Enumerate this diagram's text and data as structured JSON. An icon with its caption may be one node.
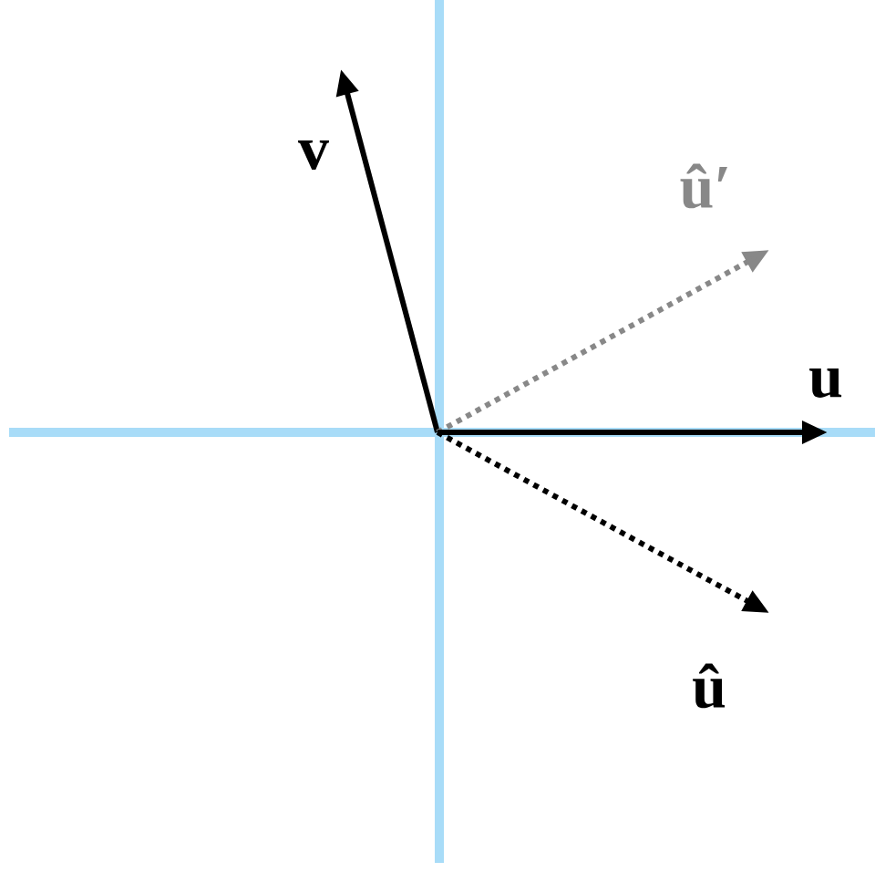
{
  "diagram": {
    "nodes": [
      {
        "text": [
          "v"
        ]
      },
      {
        "text": [
          "û′"
        ]
      },
      {
        "text": [
          "u"
        ]
      },
      {
        "text": [
          "û"
        ]
      }
    ],
    "edges": [
      {
        "from": null,
        "to": 0,
        "arrow": "to"
      },
      {
        "from": null,
        "to": 1,
        "arrow": "to",
        "style": "dashed",
        "color": "#888888"
      },
      {
        "from": null,
        "to": 2,
        "arrow": "to"
      },
      {
        "from": null,
        "to": 3,
        "arrow": "to",
        "style": "dashed"
      }
    ]
  }
}
